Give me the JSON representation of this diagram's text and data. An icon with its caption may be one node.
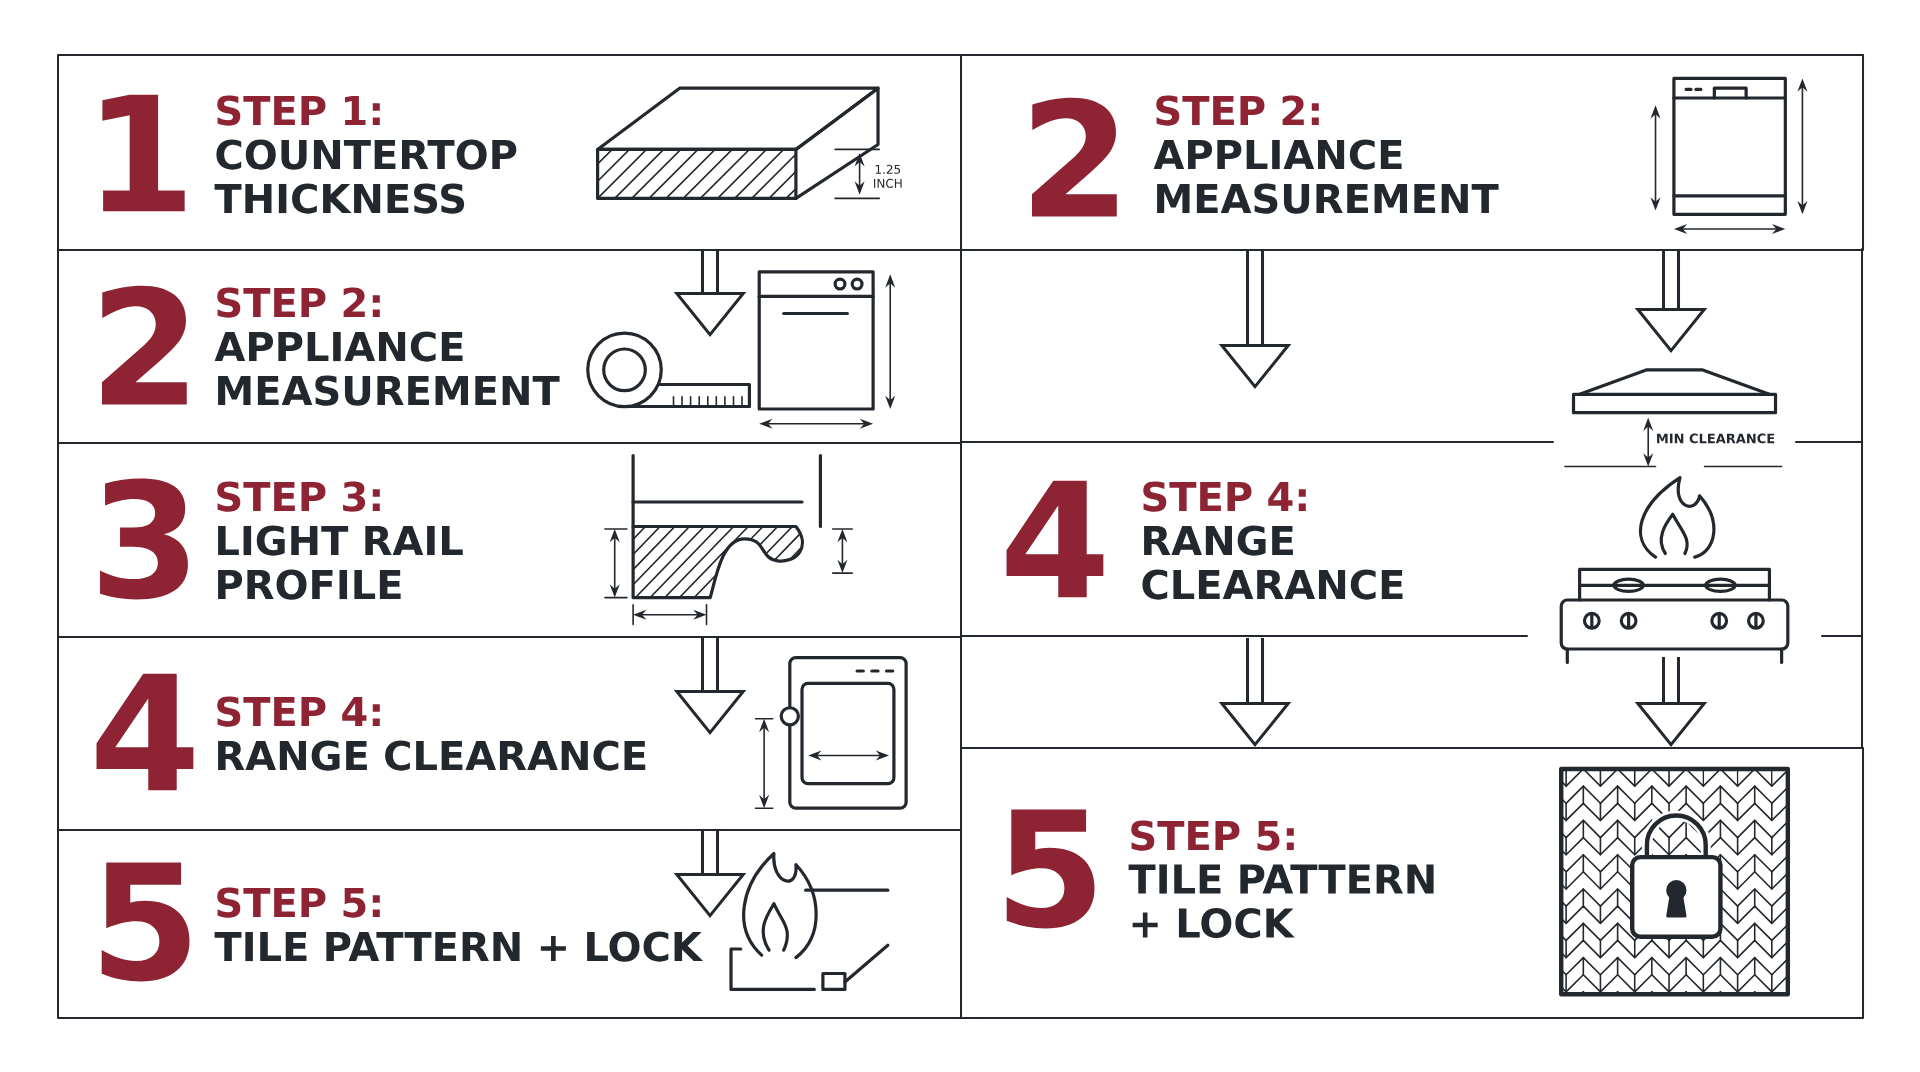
{
  "diagram": {
    "nodes": [
      {
        "text": [
          "1",
          "STEP 1:",
          "COUNTERTOP THICKNESS"
        ]
      },
      {
        "text": [
          "2",
          "STEP 2:",
          "APPLIANCE MEASUREMENT"
        ]
      },
      {
        "text": [
          "3",
          "STEP 3:",
          "LIGHT RAIL PROFILE"
        ]
      },
      {
        "text": [
          "4",
          "STEP 4:",
          "RANGE CLEARANCE"
        ]
      },
      {
        "text": [
          "5",
          "STEP 5:",
          "TILE PATTERN + LOCK"
        ]
      },
      {
        "text": [
          "2",
          "STEP 2:",
          "APPLIANCE MEASUREMENT"
        ]
      },
      {
        "text": [
          "4",
          "STEP 4:",
          "RANGE CLEARANCE"
        ]
      },
      {
        "text": [
          "5",
          "STEP 5:",
          "TILE PATTERN + LOCK"
        ]
      }
    ],
    "edges": [
      {
        "from": 0,
        "to": 1,
        "arrow": "to"
      },
      {
        "from": 2,
        "to": 3,
        "arrow": "to"
      },
      {
        "from": 3,
        "to": 4,
        "arrow": "to"
      },
      {
        "from": 5,
        "to": 6,
        "arrow": "to"
      },
      {
        "from": 5,
        "to": 6,
        "arrow": "to"
      },
      {
        "from": 6,
        "to": 7,
        "arrow": "to"
      },
      {
        "from": 6,
        "to": 7,
        "arrow": "to"
      }
    ],
    "labels": [
      "1.25 INCH",
      "MIN CLEARANCE"
    ]
  }
}
